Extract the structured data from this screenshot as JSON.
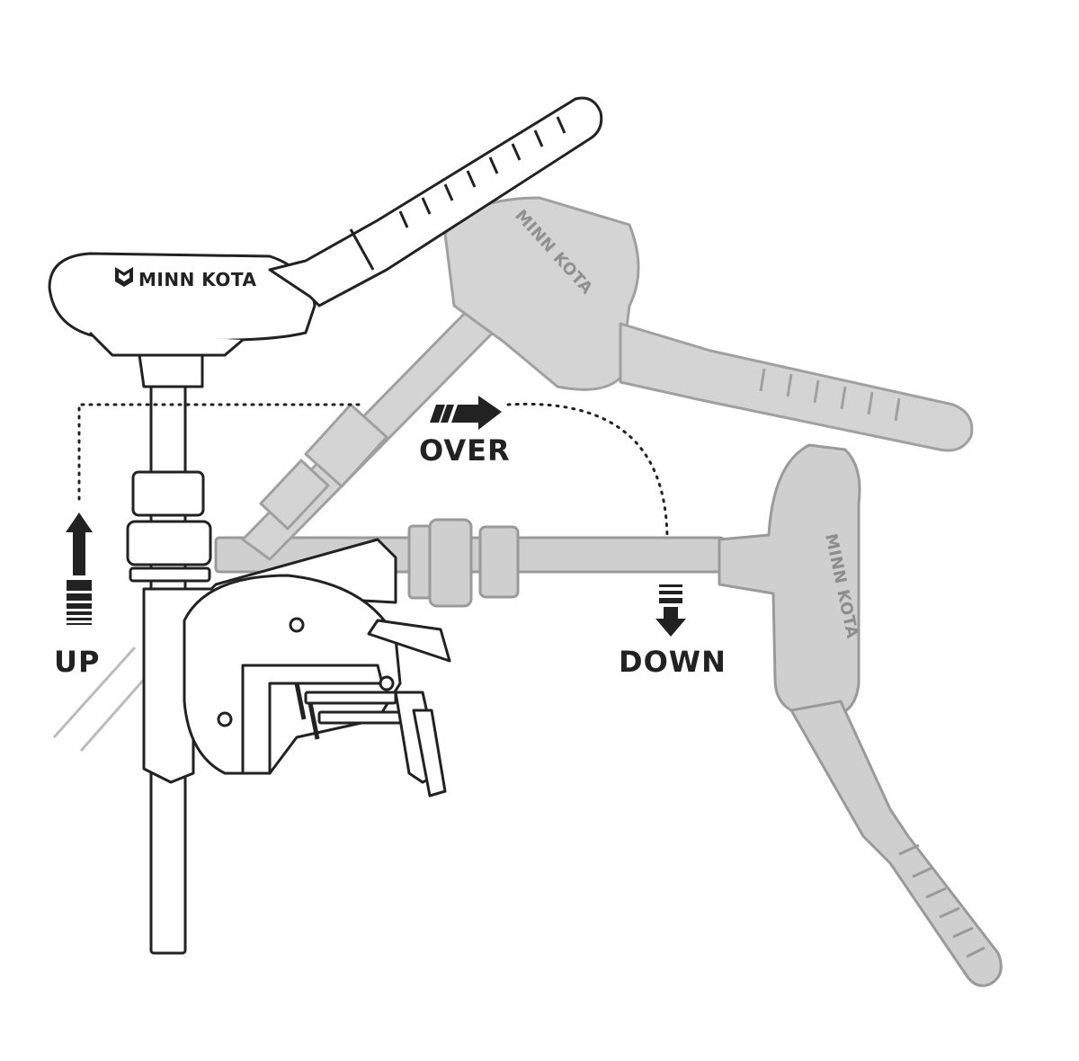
{
  "labels": {
    "up": "UP",
    "over": "OVER",
    "down": "DOWN"
  },
  "brand": {
    "head_front": "MINN KOTA",
    "head_ghost_mid": "MINN KOTA",
    "head_ghost_down": "MINN KOTA"
  },
  "colors": {
    "ink": "#222222",
    "ghost_fill": "#cfcfcf",
    "ghost_stroke": "#9a9a9a",
    "paper": "#ffffff"
  },
  "icons": {
    "up": "arrow-up-icon",
    "over": "arrow-right-icon",
    "down": "arrow-down-icon",
    "logo": "minn-kota-logo-icon"
  }
}
